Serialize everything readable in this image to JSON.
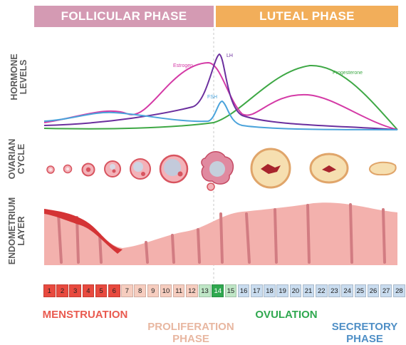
{
  "phases": {
    "follicular": {
      "label": "FOLLICULAR PHASE",
      "color": "#d49ab3"
    },
    "luteal": {
      "label": "LUTEAL PHASE",
      "color": "#f2ae5a"
    }
  },
  "side_labels": {
    "hormone": [
      "HORMONE",
      "LEVELS"
    ],
    "ovarian": [
      "OVARIAN",
      "CYCLE"
    ],
    "endometrium": [
      "ENDOMETRIUM",
      "LAYER"
    ]
  },
  "hormones": {
    "estrogen": {
      "label": "Estrogen",
      "color": "#d43aa6"
    },
    "lh": {
      "label": "LH",
      "color": "#6b2f9e"
    },
    "fsh": {
      "label": "FSH",
      "color": "#4aa3db"
    },
    "progesterone": {
      "label": "Progesterone",
      "color": "#3ea845"
    }
  },
  "days": [
    "1",
    "2",
    "3",
    "4",
    "5",
    "6",
    "7",
    "8",
    "9",
    "10",
    "11",
    "12",
    "13",
    "14",
    "15",
    "16",
    "17",
    "18",
    "19",
    "20",
    "21",
    "22",
    "23",
    "24",
    "25",
    "26",
    "27",
    "28"
  ],
  "day_colors": {
    "menstruation": "#e84a3f",
    "proliferation": "#f6cdbf",
    "ovulation_light": "#bfe6c6",
    "ovulation": "#2fa84f",
    "secretory": "#c9dcef"
  },
  "legend": {
    "menstruation": {
      "label": "MENSTRUATION",
      "color": "#e95a4f"
    },
    "proliferation": {
      "label": "PROLIFERATION\nPHASE",
      "color": "#e8b7a1"
    },
    "ovulation": {
      "label": "OVULATION",
      "color": "#2fa84f"
    },
    "secretory": {
      "label": "SECRETORY\nPHASE",
      "color": "#4f8fc6"
    }
  }
}
